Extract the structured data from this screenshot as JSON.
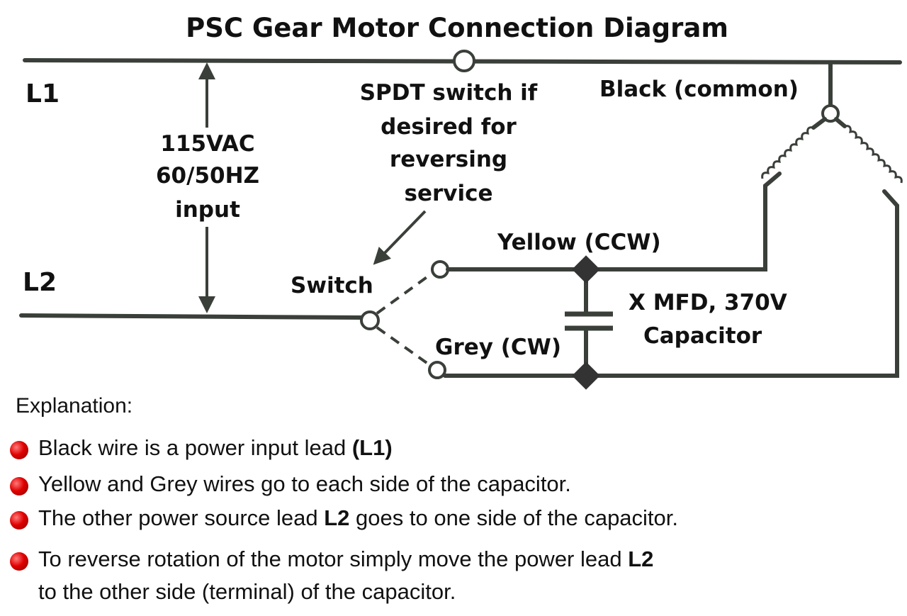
{
  "diagram": {
    "title": "PSC Gear Motor Connection Diagram",
    "labels": {
      "l1": "L1",
      "l2": "L2",
      "input_line1": "115VAC",
      "input_line2": "60/50HZ",
      "input_line3": "input",
      "spdt_line1": "SPDT switch if",
      "spdt_line2": "desired for",
      "spdt_line3": "reversing",
      "spdt_line4": "service",
      "switch": "Switch",
      "black": "Black (common)",
      "yellow": "Yellow (CCW)",
      "grey": "Grey (CW)",
      "cap_line1": "X MFD, 370V",
      "cap_line2": "Capacitor"
    }
  },
  "explanation": {
    "heading": "Explanation:",
    "items": [
      {
        "pre": "Black wire is a power input lead ",
        "bold": "(L1)",
        "post": ""
      },
      {
        "pre": "Yellow and Grey wires go to each side of the capacitor.",
        "bold": "",
        "post": ""
      },
      {
        "pre": "The other power source lead ",
        "bold": "L2",
        "post": " goes to one side of the capacitor."
      },
      {
        "pre": "To reverse rotation of the motor simply move the power lead ",
        "bold": "L2",
        "post": ""
      },
      {
        "pre": "to the other side (terminal) of the capacitor.",
        "bold": "",
        "post": ""
      }
    ]
  },
  "colors": {
    "wire": "#3a3f3a",
    "bullet": "#e00000",
    "text": "#111111"
  }
}
